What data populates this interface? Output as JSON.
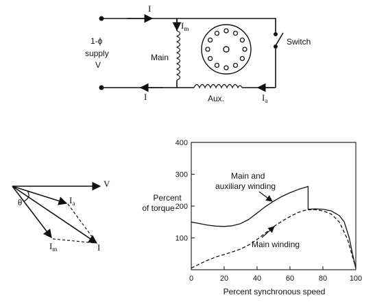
{
  "circuit": {
    "current_top": "I",
    "current_bottom": "I",
    "current_main": "I",
    "current_main_sub": "m",
    "current_aux": "I",
    "current_aux_sub": "a",
    "supply_line1": "1-ϕ",
    "supply_line2": "supply",
    "supply_line3": "V",
    "main_label": "Main",
    "aux_label": "Aux.",
    "switch_label": "Switch"
  },
  "phasor": {
    "v_label": "V",
    "theta_label": "θ",
    "ia_label": "I",
    "ia_sub": "a",
    "im_label": "I",
    "im_sub": "m",
    "i_label": "I"
  },
  "chart_data": {
    "type": "line",
    "xlabel": "Percent  synchronous speed",
    "ylabel_line1": "Percent",
    "ylabel_line2": "of torque",
    "xlim": [
      0,
      100
    ],
    "ylim": [
      0,
      400
    ],
    "xticks": [
      0,
      20,
      40,
      60,
      80,
      100
    ],
    "yticks": [
      100,
      200,
      300,
      400
    ],
    "grid": false,
    "series": [
      {
        "name_line1": "Main and",
        "name_line2": "auxiliary winding",
        "style": "solid",
        "x": [
          0,
          5,
          10,
          15,
          20,
          25,
          30,
          35,
          40,
          45,
          50,
          55,
          60,
          65,
          70,
          71,
          71.01,
          75,
          80,
          85,
          90,
          93,
          96,
          98,
          100
        ],
        "y": [
          150,
          145,
          140,
          137,
          136,
          138,
          145,
          158,
          178,
          198,
          215,
          230,
          242,
          252,
          260,
          262,
          190,
          191,
          190,
          185,
          170,
          150,
          100,
          50,
          5
        ]
      },
      {
        "name_line1": "Main winding",
        "style": "dashed",
        "x": [
          0,
          5,
          10,
          15,
          20,
          25,
          30,
          35,
          40,
          45,
          50,
          55,
          60,
          65,
          70,
          75,
          80,
          85,
          90,
          95,
          100
        ],
        "y": [
          5,
          18,
          30,
          40,
          48,
          56,
          65,
          78,
          95,
          115,
          135,
          152,
          167,
          180,
          188,
          189,
          185,
          175,
          150,
          95,
          5
        ]
      }
    ]
  }
}
